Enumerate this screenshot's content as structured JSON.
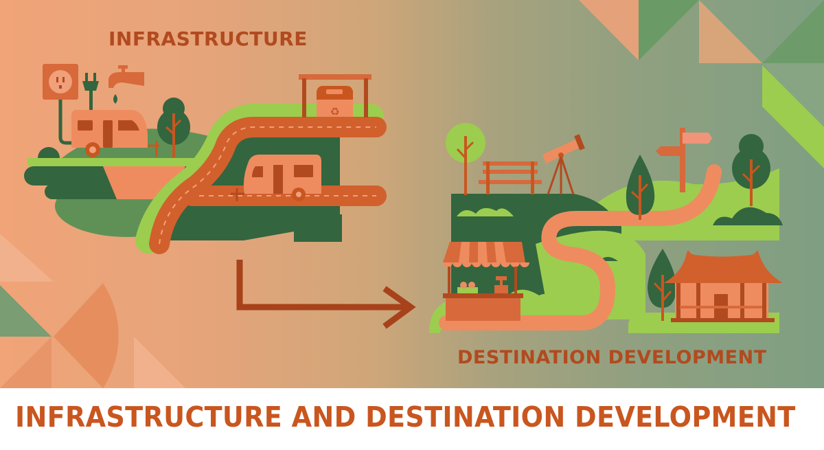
{
  "illustration": {
    "left_section": {
      "label": "INFRASTRUCTURE",
      "items": [
        "electrical-outlet",
        "power-plug",
        "water-faucet",
        "water-drop",
        "camper-trailer",
        "tree",
        "road",
        "recycling-bin-shelter",
        "camper-trailer-on-road"
      ]
    },
    "connector": {
      "type": "elbow-arrow",
      "direction": "down-then-right"
    },
    "right_section": {
      "label": "DESTINATION DEVELOPMENT",
      "items": [
        "tree",
        "park-bench",
        "telescope",
        "signpost",
        "trees",
        "winding-path",
        "market-stall",
        "pagoda-pavilion",
        "bushes"
      ]
    }
  },
  "footer": {
    "title": "INFRASTRUCTURE AND DESTINATION DEVELOPMENT"
  },
  "colors": {
    "brand_orange": "#c9561f",
    "dark_orange": "#b24a1f",
    "salmon": "#ee8c60",
    "dark_green": "#33653f",
    "mid_green": "#5f9156",
    "lime_green": "#9ccd4f",
    "bg_left": "#f0a478",
    "bg_right": "#7f9f82"
  }
}
